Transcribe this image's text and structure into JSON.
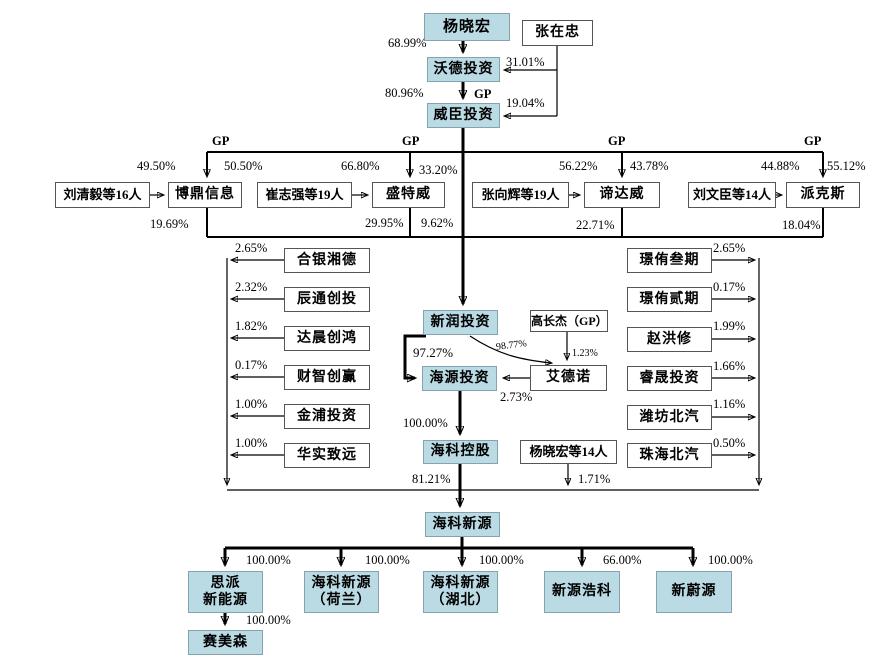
{
  "diagram_type": "equity-ownership-structure-chart",
  "nodes": {
    "yang_xiaohong": "杨晓宏",
    "zhang_zaizhong": "张在忠",
    "wode": "沃德投资",
    "weichen": "威臣投资",
    "liu_qingyi": "刘清毅等16人",
    "boding": "博鼎信息",
    "cui_zhiqiang": "崔志强等19人",
    "shengtewei": "盛特威",
    "zhang_xianghui": "张向辉等19人",
    "didawei": "谛达威",
    "liu_wenchen": "刘文臣等14人",
    "paikesi": "派克斯",
    "heyin_xiangde": "合银湘德",
    "chentong": "辰通创投",
    "dachen": "达晨创鸿",
    "caizhi": "财智创赢",
    "jinpu": "金浦投资",
    "huashi": "华实致远",
    "jingyou3": "璟侑叁期",
    "jingyou2": "璟侑贰期",
    "zhao_hongxiu": "赵洪修",
    "ruisheng": "睿晟投资",
    "weifang": "潍坊北汽",
    "zhuhai": "珠海北汽",
    "xinrun": "新润投资",
    "gao_changjie": "高长杰（GP）",
    "haiyuan": "海源投资",
    "aidenuo": "艾德诺",
    "haike_holding": "海科控股",
    "yang14": "杨晓宏等14人",
    "haike_xinyuan": "海科新源",
    "sipai_l1": "思派",
    "sipai_l2": "新能源",
    "helan_l1": "海科新源",
    "helan_l2": "（荷兰）",
    "hubei_l1": "海科新源",
    "hubei_l2": "（湖北）",
    "xinyuan_haoke": "新源浩科",
    "xinweiyuan": "新蔚源",
    "saimeisen": "赛美森"
  },
  "edges": {
    "yang_wode": "68.99%",
    "zhang_wode": "31.01%",
    "wode_weichen": "80.96%",
    "wode_weichen_gp": "GP",
    "zhang_weichen": "19.04%",
    "gp_boding": "GP",
    "gp_shengtewei": "GP",
    "gp_didawei": "GP",
    "gp_paikesi": "GP",
    "liu_boding": "49.50%",
    "weichen_boding": "50.50%",
    "cui_shengtewei": "66.80%",
    "weichen_shengtewei": "33.20%",
    "zhangxh_didawei": "56.22%",
    "weichen_didawei": "43.78%",
    "liuwc_paikesi": "44.88%",
    "weichen_paikesi": "55.12%",
    "boding_xinrun": "19.69%",
    "shengtewei_xinrun": "29.95%",
    "weichen_xinrun": "9.62%",
    "didawei_xinrun": "22.71%",
    "paikesi_xinrun": "18.04%",
    "heyin_hkxy": "2.65%",
    "chentong_hkxy": "2.32%",
    "dachen_hkxy": "1.82%",
    "caizhi_hkxy": "0.17%",
    "jinpu_hkxy": "1.00%",
    "huashi_hkxy": "1.00%",
    "jingyou3_hkxy": "2.65%",
    "jingyou2_hkxy": "0.17%",
    "zhao_hkxy": "1.99%",
    "ruisheng_hkxy": "1.66%",
    "weifang_hkxy": "1.16%",
    "zhuhai_hkxy": "0.50%",
    "xinrun_haiyuan": "97.27%",
    "xinrun_aidenuo": "98.77%",
    "gao_aidenuo": "1.23%",
    "aidenuo_haiyuan": "2.73%",
    "haiyuan_haike": "100.00%",
    "haike_hkxy": "81.21%",
    "yang14_hkxy": "1.71%",
    "hkxy_sipai": "100.00%",
    "hkxy_helan": "100.00%",
    "hkxy_hubei": "100.00%",
    "hkxy_haoke": "66.00%",
    "hkxy_xwy": "100.00%",
    "sipai_saimeisen": "100.00%"
  },
  "colors": {
    "node_highlight": "#badae4",
    "node_plain": "#ffffff",
    "line": "#000000"
  }
}
